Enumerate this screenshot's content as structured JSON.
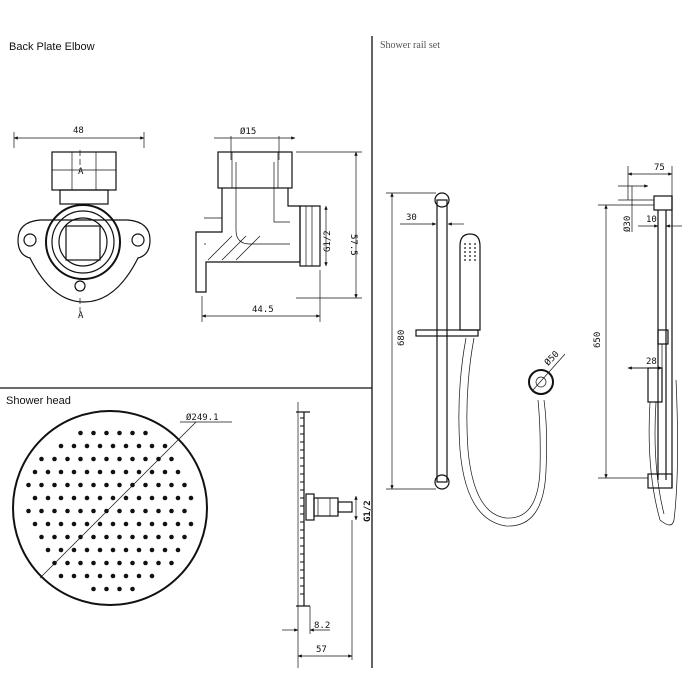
{
  "panels": {
    "back_plate_elbow": {
      "title": "Back Plate Elbow",
      "dims": {
        "width": "48",
        "diameter": "Ø15",
        "thread": "G1/2",
        "height": "57.5",
        "depth": "44.5"
      },
      "section_marks": [
        "A",
        "A"
      ]
    },
    "shower_head": {
      "title": "Shower head",
      "dims": {
        "diameter": "Ø249.1",
        "thread": "G1/2",
        "thickness": "8.2",
        "depth": "57"
      }
    },
    "shower_rail_set": {
      "title": "Shower rail set",
      "dims": {
        "offset": "30",
        "rail_height": "680",
        "handshower_diameter": "Ø50",
        "projection": "75",
        "rail_diameter": "Ø30",
        "wall_gap": "10",
        "side_height": "650",
        "holder": "28"
      }
    }
  },
  "colors": {
    "line": "#111111",
    "background": "#ffffff"
  }
}
